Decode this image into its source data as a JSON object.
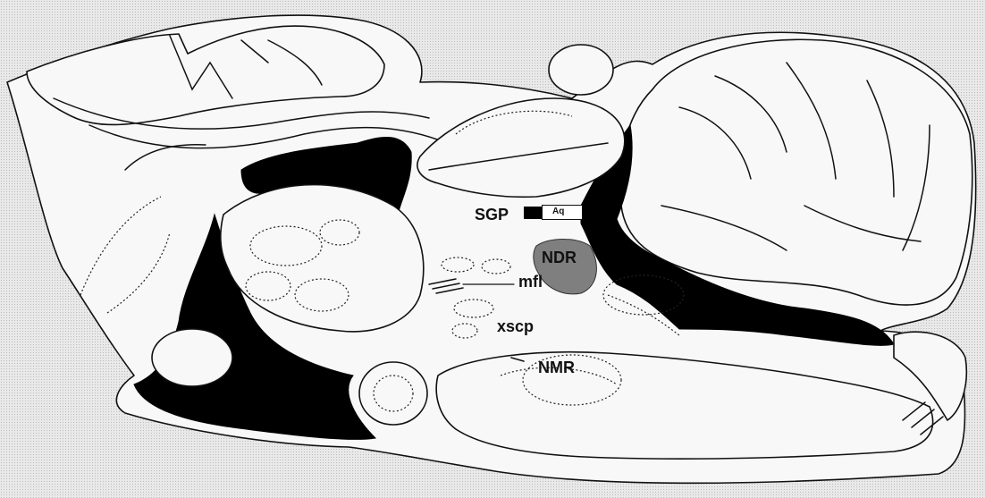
{
  "figure": {
    "labels": {
      "sgp": "SGP",
      "aq": "Aq",
      "ndr": "NDR",
      "mfl": "mfl",
      "xscp": "xscp",
      "nmr": "NMR"
    },
    "colors": {
      "background_stipple": "#e9e9e9",
      "tissue": "#f8f8f8",
      "ventricle": "#000000",
      "ndr_highlight": "#7f7f7f",
      "outline": "#111111"
    }
  }
}
